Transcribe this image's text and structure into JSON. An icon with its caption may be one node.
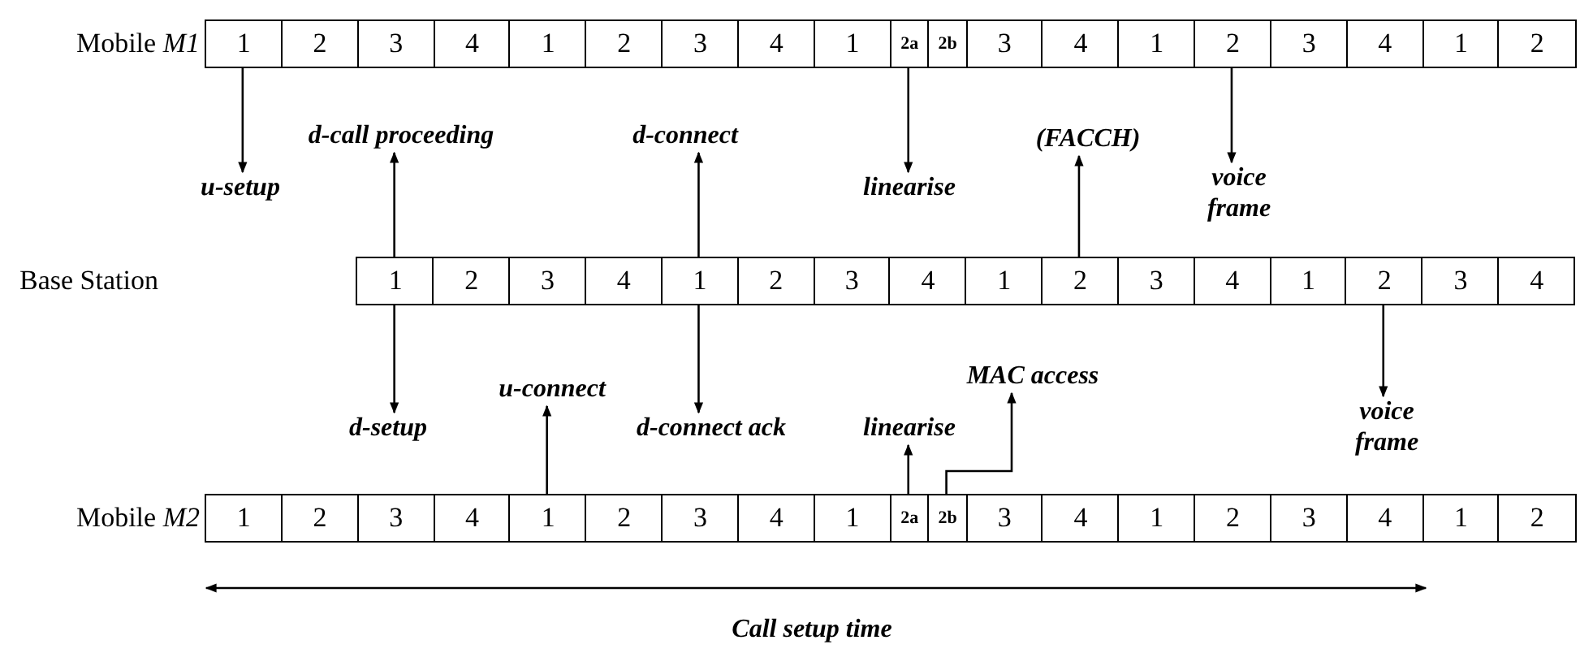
{
  "diagram": {
    "nodes": [
      {
        "text": [
          "1"
        ]
      },
      {
        "text": [
          "2"
        ]
      },
      {
        "text": [
          "3"
        ]
      },
      {
        "text": [
          "4"
        ]
      },
      {
        "text": [
          "1"
        ]
      },
      {
        "text": [
          "2"
        ]
      },
      {
        "text": [
          "3"
        ]
      },
      {
        "text": [
          "4"
        ]
      },
      {
        "text": [
          "1"
        ]
      },
      {
        "text": [
          "2a"
        ]
      },
      {
        "text": [
          "2b"
        ]
      },
      {
        "text": [
          "3"
        ]
      },
      {
        "text": [
          "4"
        ]
      },
      {
        "text": [
          "1"
        ]
      },
      {
        "text": [
          "2"
        ]
      },
      {
        "text": [
          "3"
        ]
      },
      {
        "text": [
          "4"
        ]
      },
      {
        "text": [
          "1"
        ]
      },
      {
        "text": [
          "2"
        ]
      },
      {
        "text": [
          "u-setup"
        ]
      },
      {
        "text": [
          "d-call proceeding"
        ]
      },
      {
        "text": [
          "d-connect"
        ]
      },
      {
        "text": [
          "linearise"
        ]
      },
      {
        "text": [
          "(FACCH)"
        ]
      },
      {
        "text": [
          "voice frame"
        ]
      },
      {
        "text": [
          "1"
        ]
      },
      {
        "text": [
          "2"
        ]
      },
      {
        "text": [
          "3"
        ]
      },
      {
        "text": [
          "4"
        ]
      },
      {
        "text": [
          "1"
        ]
      },
      {
        "text": [
          "2"
        ]
      },
      {
        "text": [
          "3"
        ]
      },
      {
        "text": [
          "4"
        ]
      },
      {
        "text": [
          "1"
        ]
      },
      {
        "text": [
          "2"
        ]
      },
      {
        "text": [
          "3"
        ]
      },
      {
        "text": [
          "4"
        ]
      },
      {
        "text": [
          "1"
        ]
      },
      {
        "text": [
          "2"
        ]
      },
      {
        "text": [
          "3"
        ]
      },
      {
        "text": [
          "4"
        ]
      },
      {
        "text": [
          "d-setup"
        ]
      },
      {
        "text": [
          "u-connect"
        ]
      },
      {
        "text": [
          "d-connect ack"
        ]
      },
      {
        "text": [
          "linearise"
        ]
      },
      {
        "text": [
          "MAC access"
        ]
      },
      {
        "text": [
          "voice frame"
        ]
      },
      {
        "text": [
          "1"
        ]
      },
      {
        "text": [
          "2"
        ]
      },
      {
        "text": [
          "3"
        ]
      },
      {
        "text": [
          "4"
        ]
      },
      {
        "text": [
          "1"
        ]
      },
      {
        "text": [
          "2"
        ]
      },
      {
        "text": [
          "3"
        ]
      },
      {
        "text": [
          "4"
        ]
      },
      {
        "text": [
          "1"
        ]
      },
      {
        "text": [
          "2a"
        ]
      },
      {
        "text": [
          "2b"
        ]
      },
      {
        "text": [
          "3"
        ]
      },
      {
        "text": [
          "4"
        ]
      },
      {
        "text": [
          "1"
        ]
      },
      {
        "text": [
          "2"
        ]
      },
      {
        "text": [
          "3"
        ]
      },
      {
        "text": [
          "4"
        ]
      },
      {
        "text": [
          "1"
        ]
      },
      {
        "text": [
          "2"
        ]
      }
    ],
    "edges": [
      {
        "from": 0,
        "to": 19,
        "arrow": "to"
      },
      {
        "from": 25,
        "to": 20,
        "arrow": "to"
      },
      {
        "from": 29,
        "to": 21,
        "arrow": "to"
      },
      {
        "from": 9,
        "to": 22,
        "arrow": "to"
      },
      {
        "from": 34,
        "to": 23,
        "arrow": "to"
      },
      {
        "from": 14,
        "to": 24,
        "arrow": "to"
      },
      {
        "from": 25,
        "to": 41,
        "arrow": "to"
      },
      {
        "from": 51,
        "to": 42,
        "arrow": "to"
      },
      {
        "from": 29,
        "to": 43,
        "arrow": "to"
      },
      {
        "from": 56,
        "to": 44,
        "arrow": "to"
      },
      {
        "from": 57,
        "to": 45,
        "arrow": "to"
      },
      {
        "from": 38,
        "to": 46,
        "arrow": "to"
      }
    ],
    "labels": [
      "Mobile *M1*",
      "Base Station",
      "Mobile *M2*",
      "Call setup time"
    ]
  }
}
